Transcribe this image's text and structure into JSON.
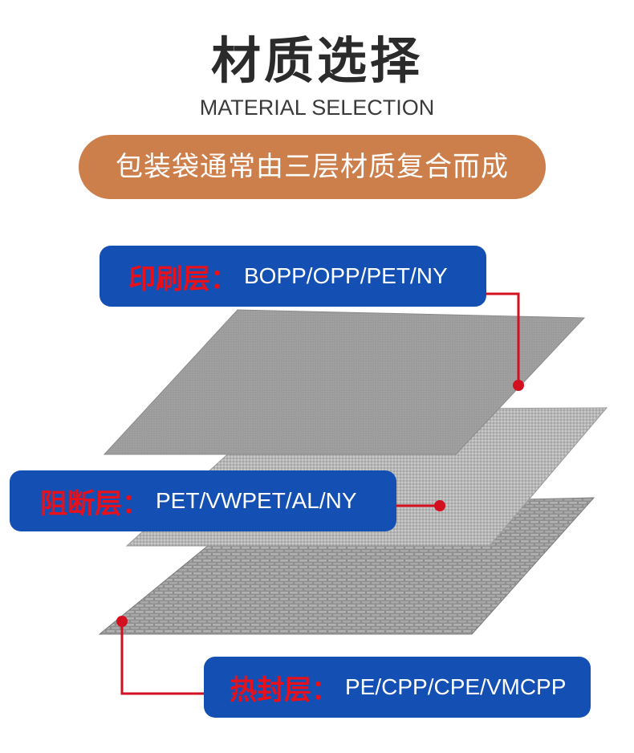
{
  "header": {
    "title": "材质选择",
    "subtitle": "MATERIAL SELECTION",
    "banner": "包装袋通常由三层材质复合而成"
  },
  "layers": [
    {
      "name": "印刷层",
      "separator": "：",
      "materials": "BOPP/OPP/PET/NY"
    },
    {
      "name": "阻断层",
      "separator": "：",
      "materials": "PET/VWPET/AL/NY"
    },
    {
      "name": "热封层",
      "separator": "：",
      "materials": "PE/CPP/CPE/VMCPP"
    }
  ],
  "colors": {
    "title": "#2b2b2b",
    "banner_bg": "#cc7e4b",
    "label_bg": "#1450b4",
    "label_name": "#e8101a",
    "connector": "#d31020",
    "sheet_top": "#9a9a9a",
    "sheet_middle": "#b4b4b4",
    "sheet_bottom": "#8e8e8e"
  }
}
